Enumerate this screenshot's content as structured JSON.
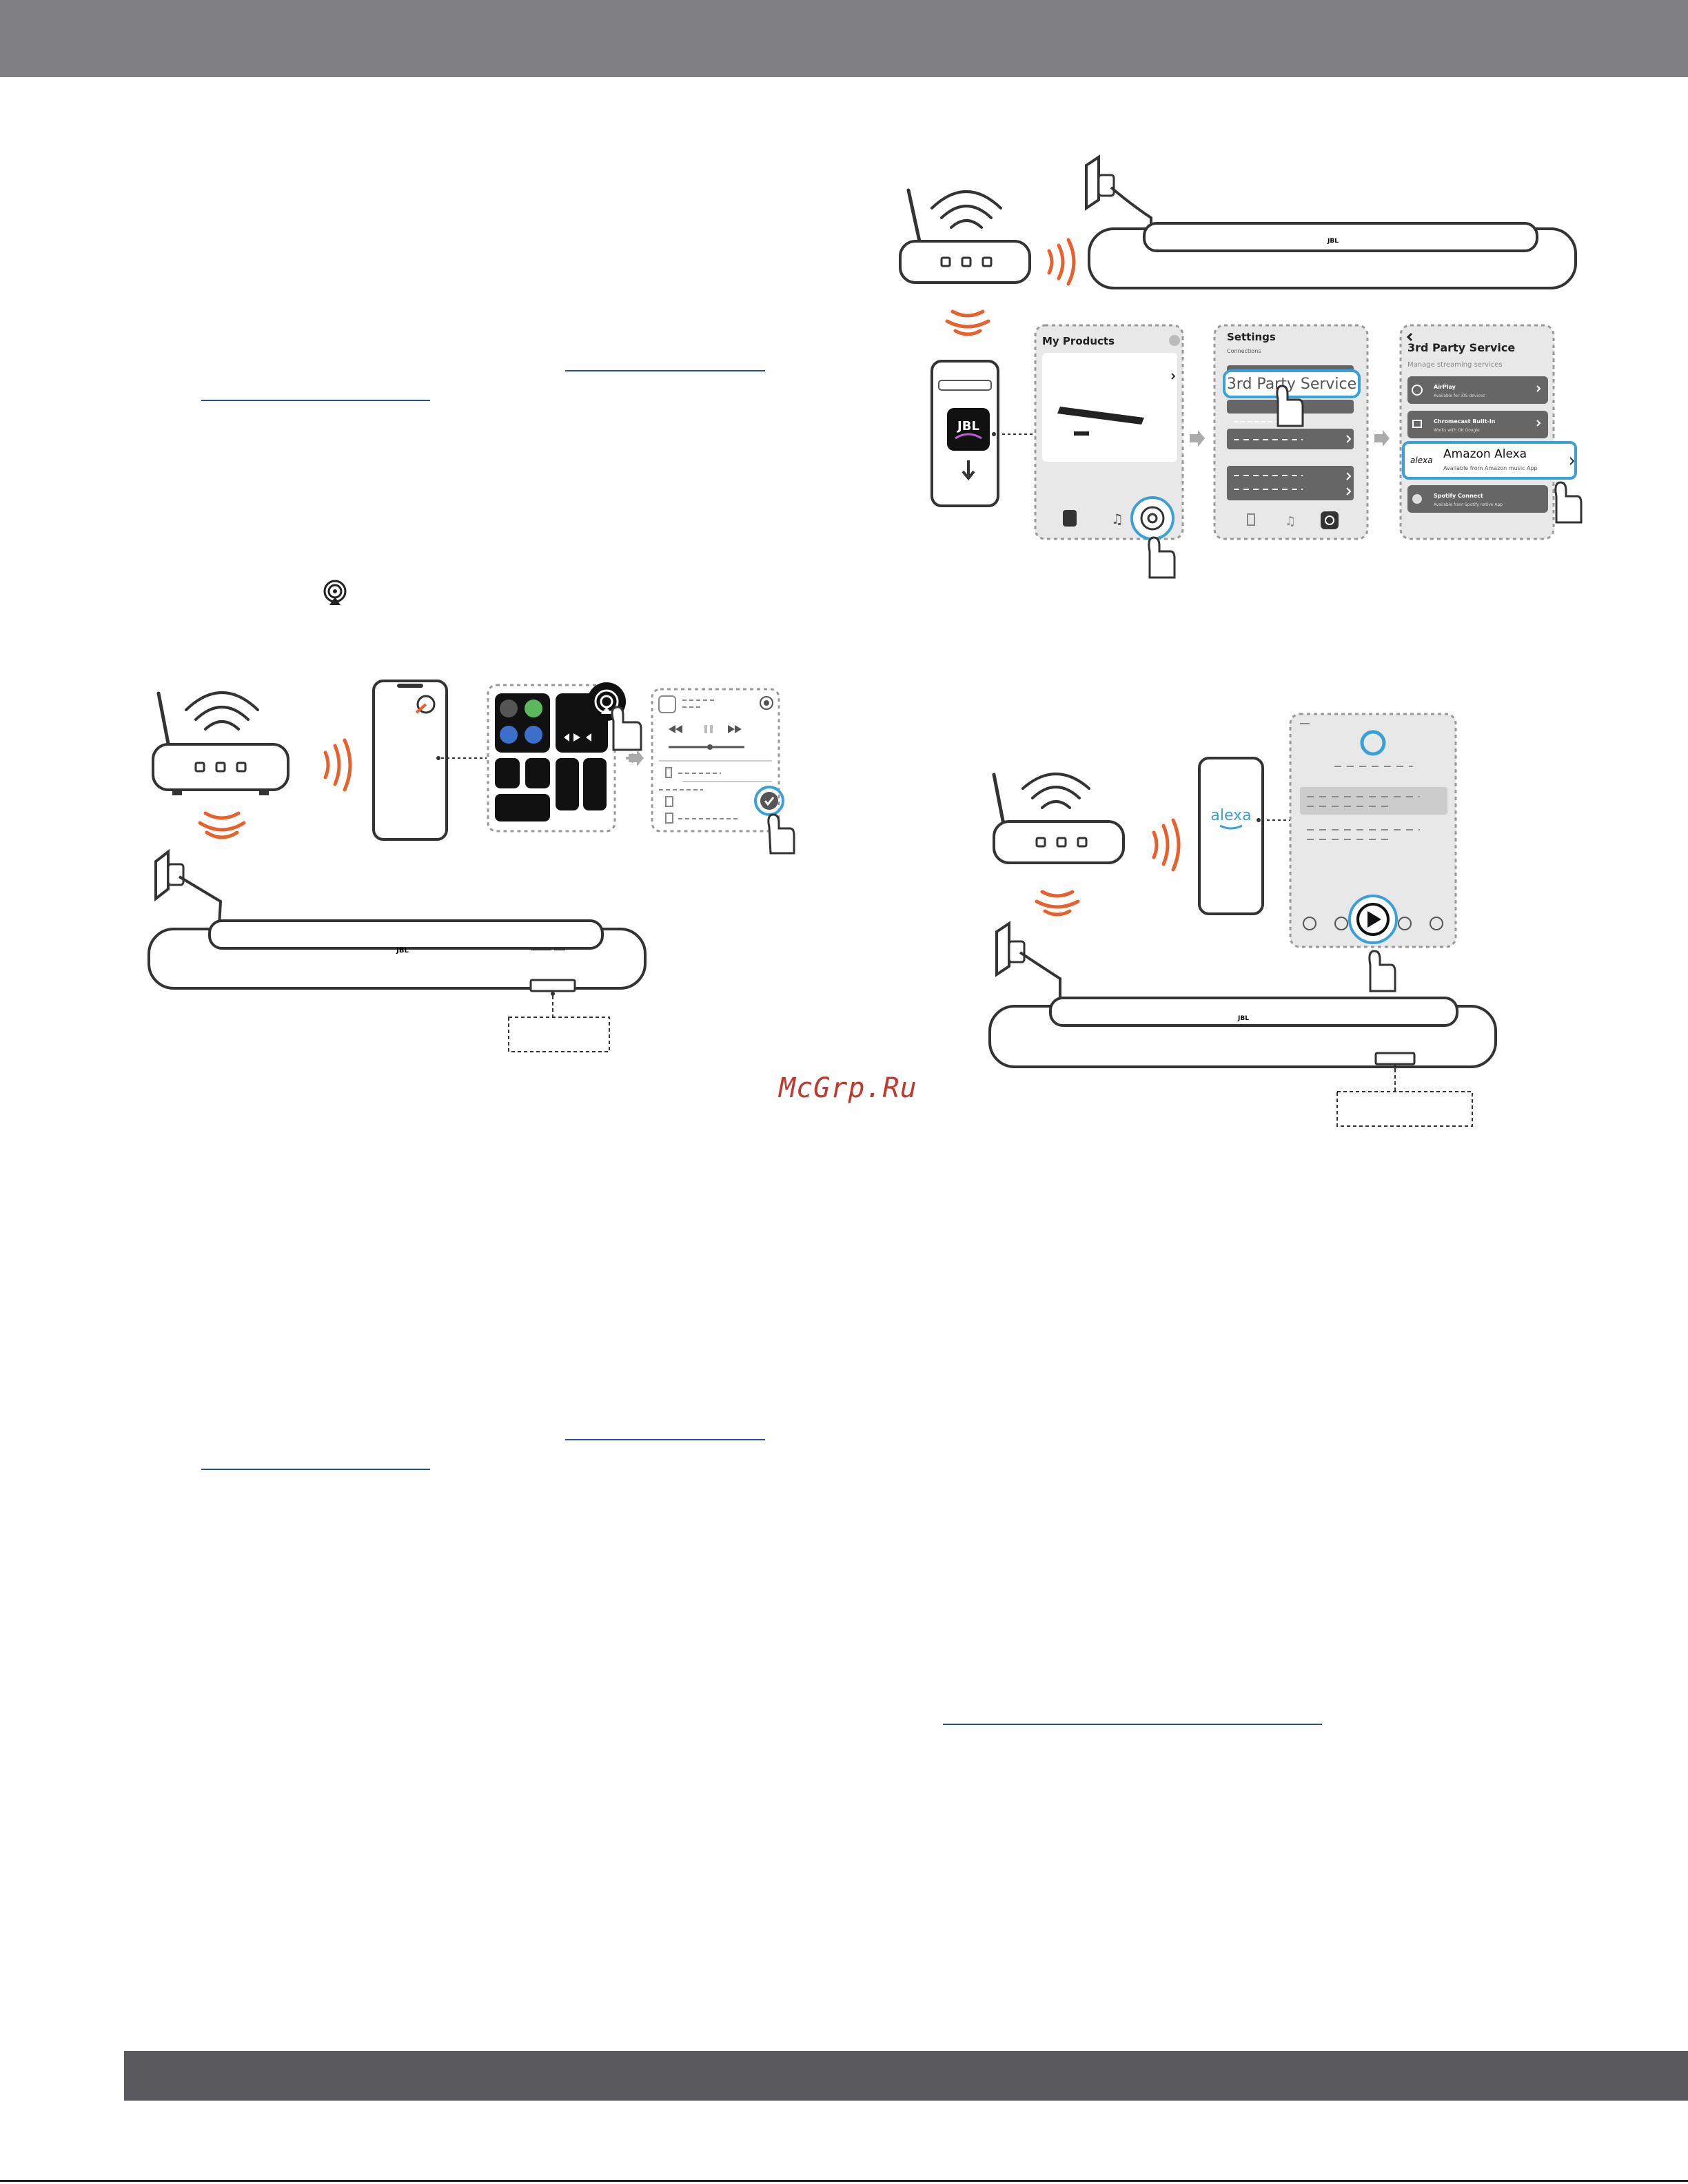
{
  "watermark": "McGrp.Ru",
  "app_screens": {
    "my_products": {
      "title": "My Products"
    },
    "settings": {
      "title": "Settings",
      "section": "Connections",
      "highlight_item": "3rd Party Service"
    },
    "third_party": {
      "title": "3rd Party Service",
      "subtitle": "Manage streaming services",
      "items": [
        {
          "label": "AirPlay",
          "sub": "Available for iOS devices"
        },
        {
          "label": "Chromecast Built-In",
          "sub": "Works with OK Google"
        },
        {
          "label": "Amazon Alexa",
          "sub": "Available from Amazon music App"
        },
        {
          "label": "Spotify Connect",
          "sub": "Available from Spotify native App"
        }
      ]
    }
  },
  "phone_logos": {
    "jbl": "JBL",
    "alexa": "alexa"
  },
  "soundbar_logo": "JBL",
  "colors": {
    "wave_orange": "#e8602c",
    "highlight_blue": "#3aa0d8",
    "link_blue": "#2a4f9a",
    "header_gray": "#808084"
  },
  "icons": [
    "airplay-icon",
    "wifi-icon",
    "gear-icon",
    "hand-pointer-icon",
    "music-note-icon",
    "play-icon",
    "plug-icon",
    "router-icon"
  ]
}
